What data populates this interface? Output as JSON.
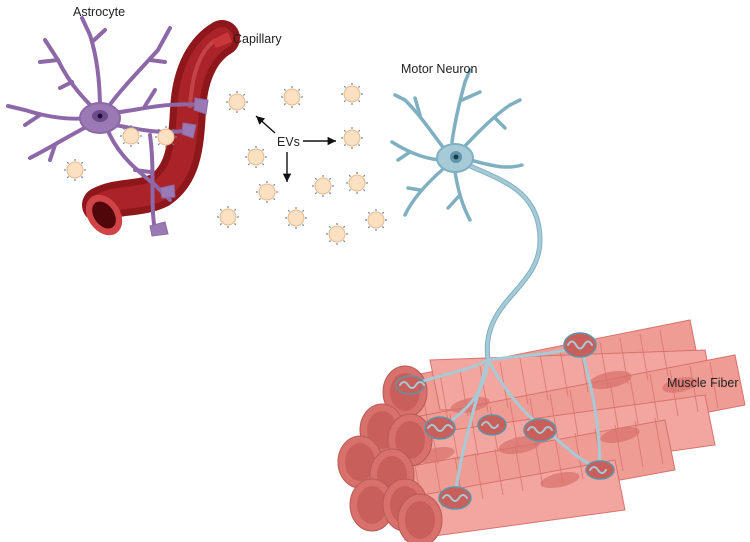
{
  "labels": {
    "astrocyte": "Astrocyte",
    "capillary": "Capillary",
    "evs": "EVs",
    "motor_neuron": "Motor Neuron",
    "muscle_fiber": "Muscle Fiber"
  },
  "colors": {
    "astrocyte": "#9a79b4",
    "astrocyte_dark": "#6d4b8a",
    "capillary": "#9e1c20",
    "capillary_light": "#c8383a",
    "neuron": "#a6cad6",
    "neuron_dark": "#5d94a9",
    "muscle": "#ef9c95",
    "muscle_dark": "#d8716b",
    "ev_fill": "#fbe0c2",
    "ev_stroke": "#e8b98b",
    "ev_spike": "#6a88a8"
  },
  "icons": [
    "astrocyte-cell",
    "capillary-vessel",
    "extracellular-vesicle",
    "motor-neuron-cell",
    "muscle-fiber-bundle",
    "arrow-icon"
  ]
}
